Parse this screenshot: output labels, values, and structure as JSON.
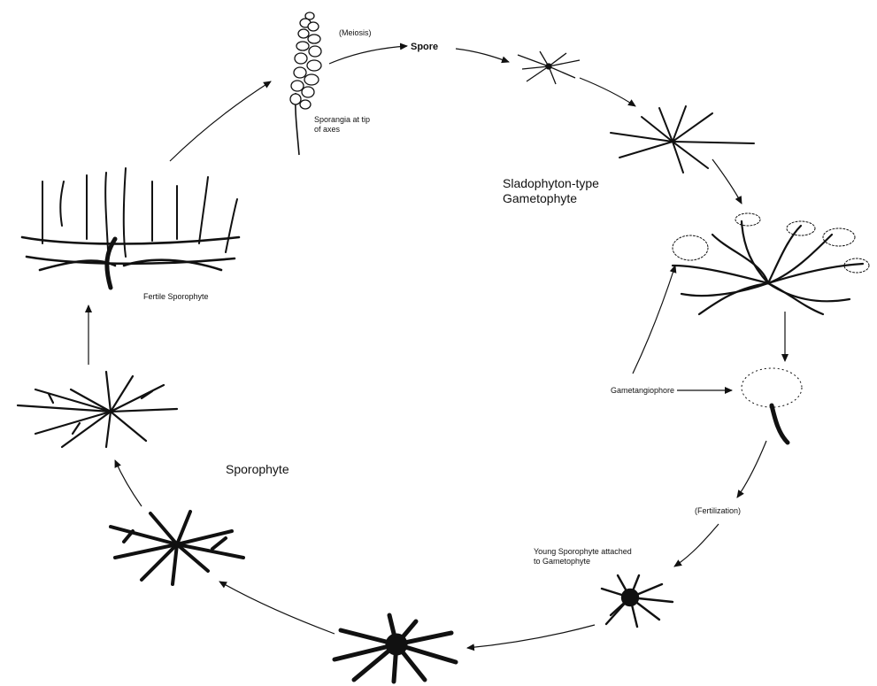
{
  "labels": {
    "meiosis": "(Meiosis)",
    "spore": "Spore",
    "sporangia_line1": "Sporangia at tip",
    "sporangia_line2": "of axes",
    "gametophyte_line1": "Sladophyton-type",
    "gametophyte_line2": "Gametophyte",
    "fertile_sporophyte": "Fertile Sporophyte",
    "gametangiophore": "Gametangiophore",
    "fertilization": "(Fertilization)",
    "young_sporophyte_line1": "Young Sporophyte attached",
    "young_sporophyte_line2": "to Gametophyte",
    "sporophyte": "Sporophyte"
  },
  "colors": {
    "ink": "#111111",
    "background": "#ffffff"
  }
}
